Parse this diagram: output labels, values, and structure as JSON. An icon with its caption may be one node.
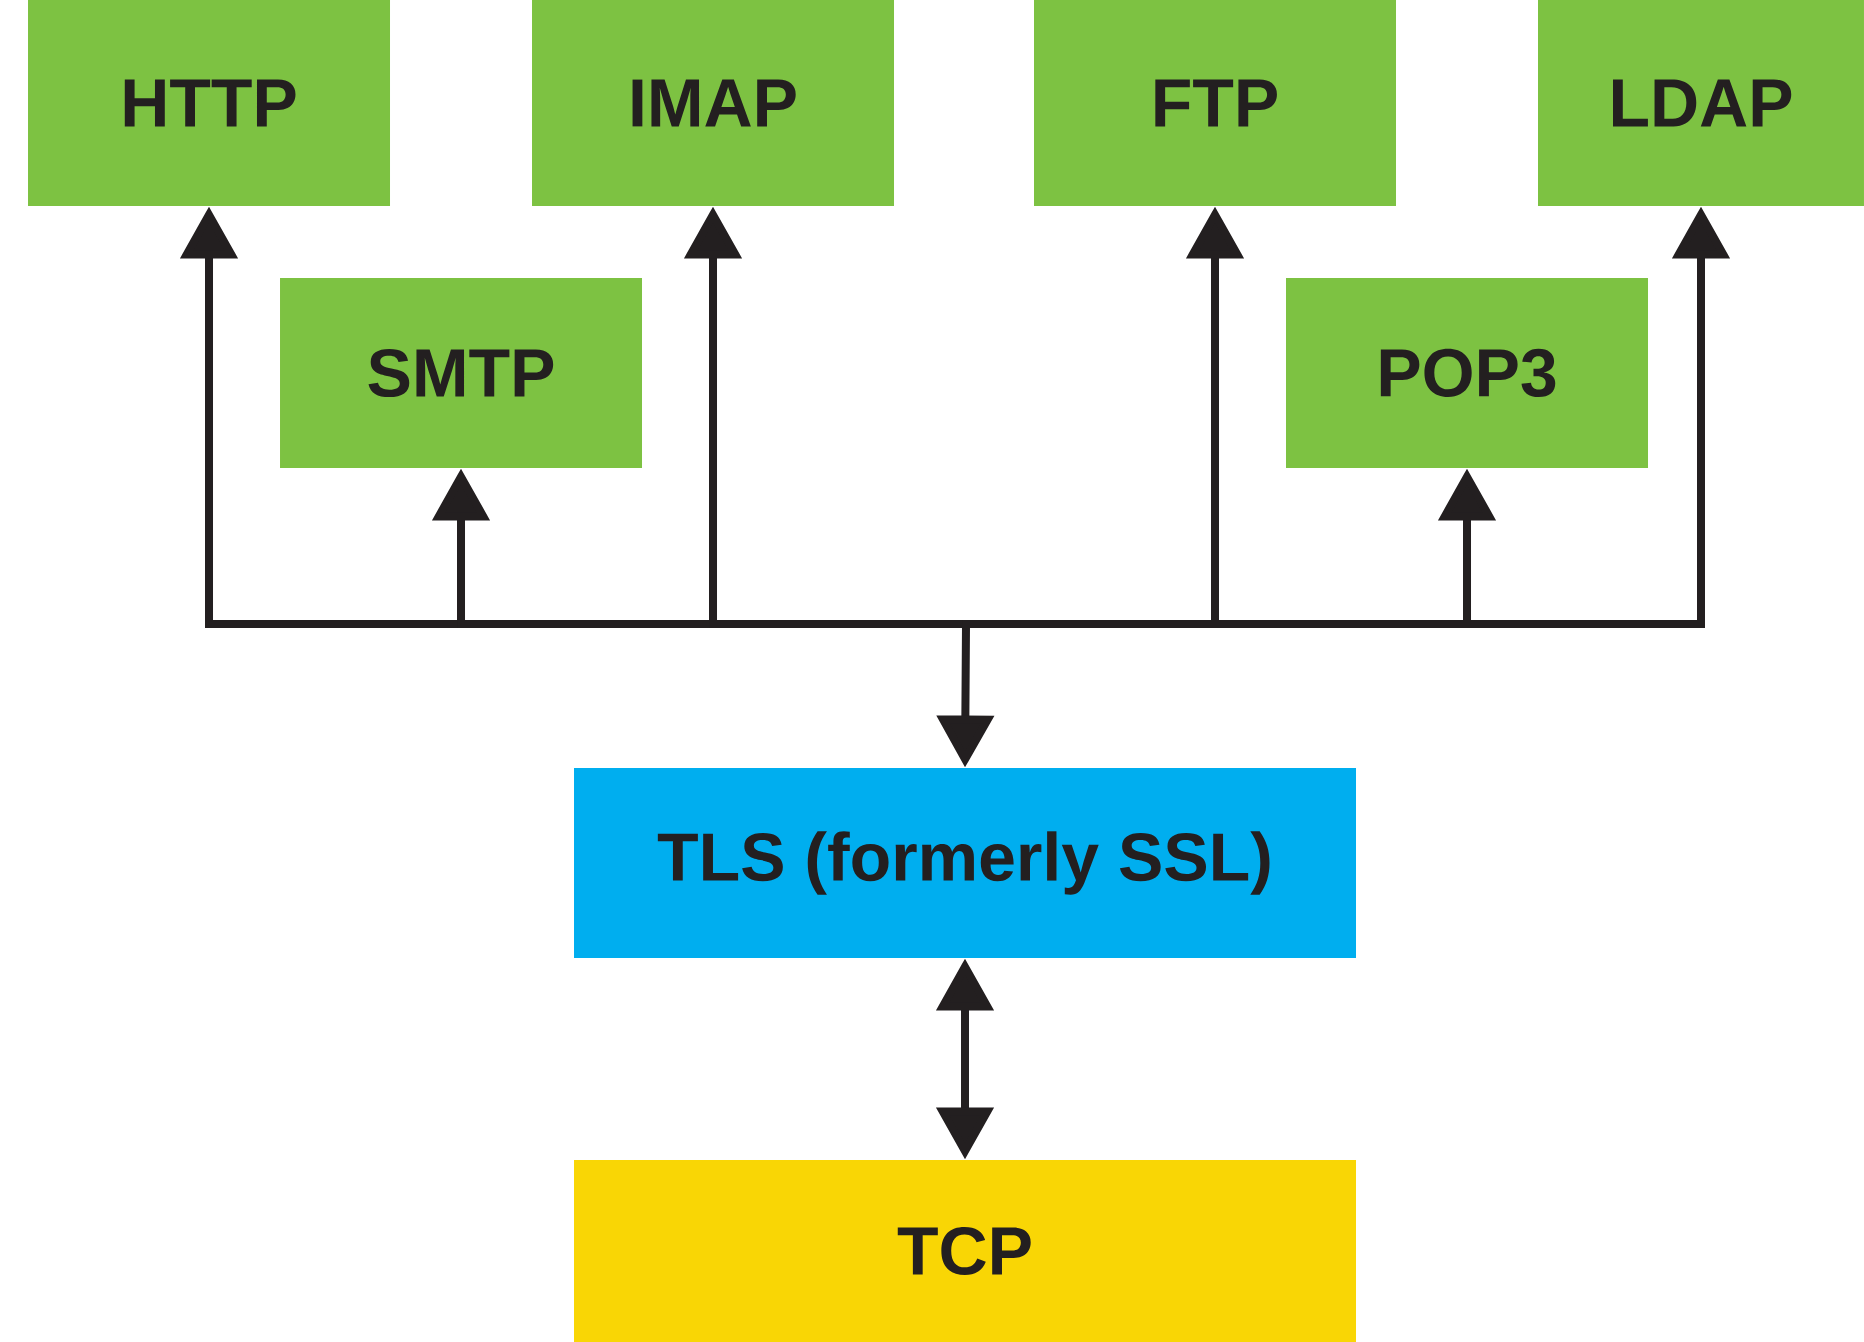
{
  "diagram": {
    "nodes": [
      {
        "text": [
          "HTTP"
        ]
      },
      {
        "text": [
          "IMAP"
        ]
      },
      {
        "text": [
          "FTP"
        ]
      },
      {
        "text": [
          "LDAP"
        ]
      },
      {
        "text": [
          "SMTP"
        ]
      },
      {
        "text": [
          "POP3"
        ]
      },
      {
        "text": [
          "TLS (formerly SSL)"
        ]
      },
      {
        "text": [
          "TCP"
        ]
      }
    ],
    "edges": [
      {
        "from": 6,
        "to": 0,
        "arrow": "both"
      },
      {
        "from": 6,
        "to": 4,
        "arrow": "both"
      },
      {
        "from": 6,
        "to": 1,
        "arrow": "both"
      },
      {
        "from": 6,
        "to": 2,
        "arrow": "both"
      },
      {
        "from": 6,
        "to": 5,
        "arrow": "both"
      },
      {
        "from": 6,
        "to": 3,
        "arrow": "both"
      },
      {
        "from": 6,
        "to": 7,
        "arrow": "both"
      }
    ]
  }
}
